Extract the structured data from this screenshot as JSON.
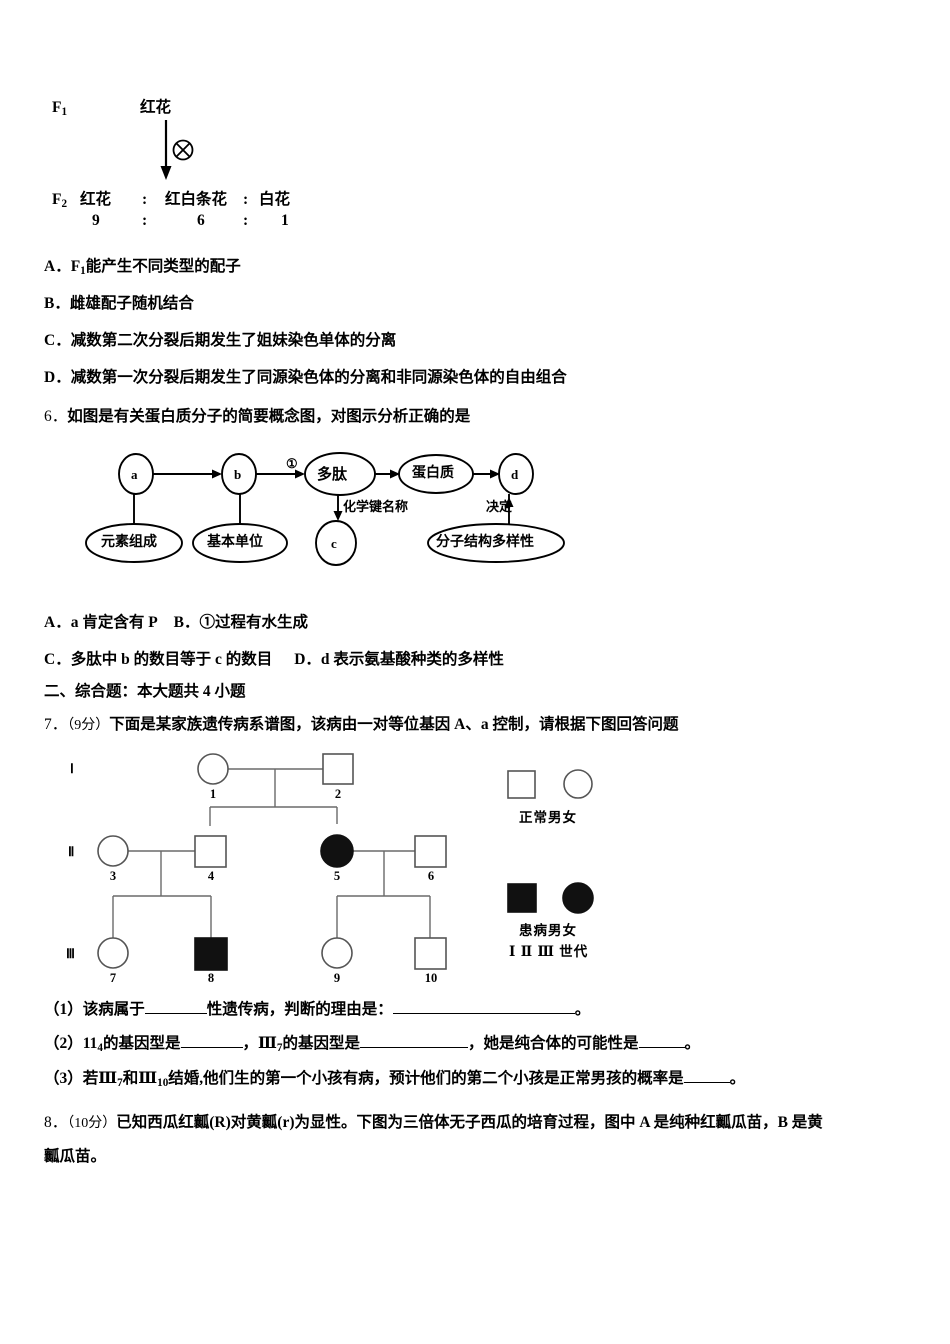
{
  "cross_diagram": {
    "f1_label": "F",
    "f1_sub": "1",
    "f1_phenotype": "红花",
    "cross_symbol": "⊗",
    "f2_label": "F",
    "f2_sub": "2",
    "f2_phenotypes": [
      "红花",
      "红白条花",
      "白花"
    ],
    "f2_ratios": [
      "9",
      "6",
      "1"
    ],
    "separator": ":"
  },
  "question5_options": [
    {
      "letter": "A．",
      "text_before": "F",
      "sub": "1",
      "text_after": "能产生不同类型的配子"
    },
    {
      "letter": "B．",
      "text": "雌雄配子随机结合"
    },
    {
      "letter": "C．",
      "text": "减数第二次分裂后期发生了姐妹染色单体的分离"
    },
    {
      "letter": "D．",
      "text": "减数第一次分裂后期发生了同源染色体的分离和非同源染色体的自由组合"
    }
  ],
  "question6": {
    "number": "6．",
    "stem": "如图是有关蛋白质分子的简要概念图，对图示分析正确的是",
    "concept_map": {
      "nodes": [
        {
          "id": "a",
          "label": "a"
        },
        {
          "id": "b",
          "label": "b"
        },
        {
          "id": "peptide",
          "label": "多肽"
        },
        {
          "id": "protein",
          "label": "蛋白质"
        },
        {
          "id": "d",
          "label": "d"
        },
        {
          "id": "element",
          "label": "元素组成"
        },
        {
          "id": "basic_unit",
          "label": "基本单位"
        },
        {
          "id": "c",
          "label": "c"
        },
        {
          "id": "diversity",
          "label": "分子结构多样性"
        }
      ],
      "edge_labels": [
        {
          "id": "step1",
          "label": "①"
        },
        {
          "id": "bond_name",
          "label": "化学键名称"
        },
        {
          "id": "determine",
          "label": "决定"
        }
      ]
    },
    "options": [
      {
        "letter": "A．",
        "text": "a 肯定含有 P"
      },
      {
        "letter": "B．",
        "text": "①过程有水生成"
      },
      {
        "letter": "C．",
        "text": "多肽中 b 的数目等于 c 的数目"
      },
      {
        "letter": "D．",
        "text": "d 表示氨基酸种类的多样性"
      }
    ]
  },
  "section2": {
    "heading": "二、综合题：本大题共 4 小题"
  },
  "question7": {
    "number": "7．",
    "points": "（9分）",
    "stem": "下面是某家族遗传病系谱图，该病由一对等位基因 A、a 控制，请根据下图回答问题",
    "pedigree": {
      "generation_labels": [
        "Ⅰ",
        "Ⅱ",
        "Ⅲ"
      ],
      "individuals": [
        {
          "id": "1",
          "generation": "I",
          "sex": "female",
          "affected": false
        },
        {
          "id": "2",
          "generation": "I",
          "sex": "male",
          "affected": false
        },
        {
          "id": "3",
          "generation": "II",
          "sex": "female",
          "affected": false
        },
        {
          "id": "4",
          "generation": "II",
          "sex": "male",
          "affected": false
        },
        {
          "id": "5",
          "generation": "II",
          "sex": "female",
          "affected": true
        },
        {
          "id": "6",
          "generation": "II",
          "sex": "male",
          "affected": false
        },
        {
          "id": "7",
          "generation": "III",
          "sex": "female",
          "affected": false
        },
        {
          "id": "8",
          "generation": "III",
          "sex": "male",
          "affected": true
        },
        {
          "id": "9",
          "generation": "III",
          "sex": "female",
          "affected": false
        },
        {
          "id": "10",
          "generation": "III",
          "sex": "male",
          "affected": false
        }
      ],
      "legend": {
        "normal_caption": "正常男女",
        "affected_caption": "患病男女",
        "generation_caption": "Ⅰ Ⅱ Ⅲ 世代"
      }
    },
    "sub_questions": [
      {
        "label": "（1）",
        "parts": [
          "该病属于",
          "性遗传病，判断的理由是：",
          "。"
        ]
      },
      {
        "label": "（2）",
        "parts": [
          "11",
          "4",
          "的基因型是",
          "，Ⅲ",
          "7",
          "的基因型是",
          "，她是纯合体的可能性是",
          "。"
        ]
      },
      {
        "label": "（3）",
        "parts": [
          "若Ⅲ",
          "7",
          "和Ⅲ",
          "10",
          "结婚,他们生的第一个小孩有病，预计他们的第二个小孩是正常男孩的概率是",
          "。"
        ]
      }
    ]
  },
  "question8": {
    "number": "8．",
    "points": "（10分）",
    "line1": "已知西瓜红瓤(R)对黄瓤(r)为显性。下图为三倍体无子西瓜的培育过程，图中 A 是纯种红瓤瓜苗，B 是黄",
    "line2": "瓤瓜苗。"
  },
  "colors": {
    "ink": "#000000",
    "line": "#555555",
    "affected_fill": "#111111",
    "page_bg": "#ffffff"
  }
}
